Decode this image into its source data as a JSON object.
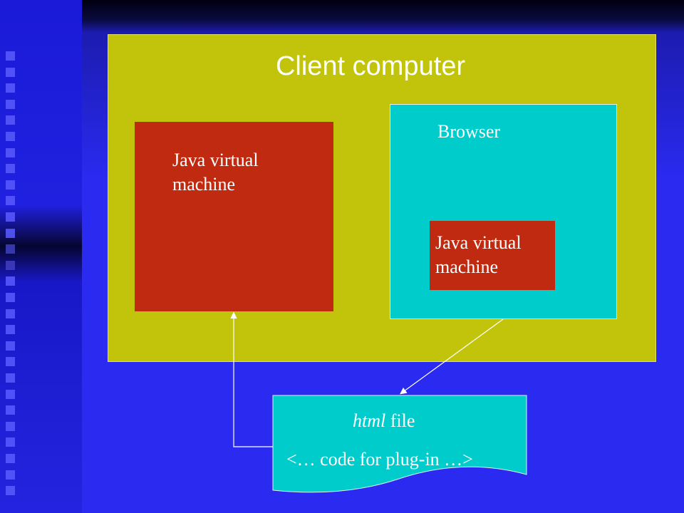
{
  "diagram": {
    "title": "Client computer",
    "jvm_outer_label": "Java virtual machine",
    "jvm_outer_line1": "Java virtual",
    "jvm_outer_line2": "machine",
    "browser_label": "Browser",
    "jvm_inner_line1": "Java virtual",
    "jvm_inner_line2": "machine",
    "html_file_italic": "html",
    "html_file_rest": " file",
    "code_line": "<… code for plug-in …>"
  },
  "colors": {
    "background": "#2b2bf0",
    "client_box": "#c2c40c",
    "jvm": "#c02a10",
    "browser": "#00cccc",
    "text": "#ffffff"
  }
}
